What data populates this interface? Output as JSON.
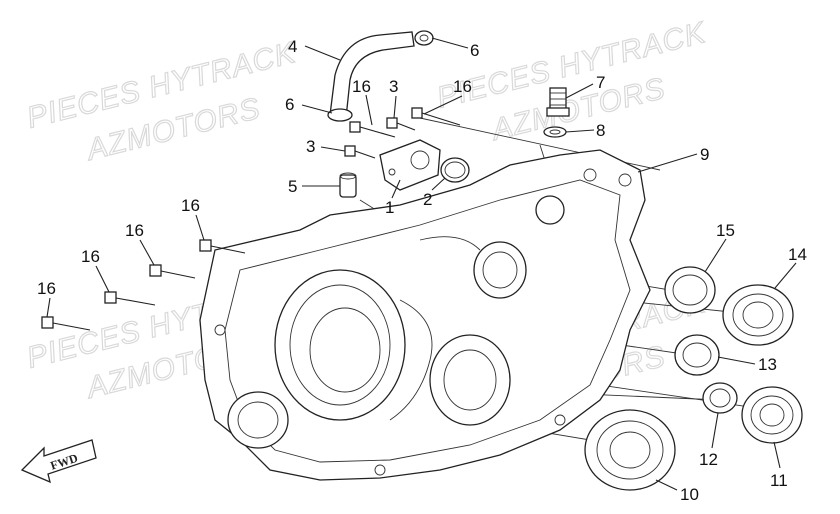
{
  "watermarks": [
    {
      "text": "PIECES HYTRACK"
    },
    {
      "text": "AZMOTORS"
    },
    {
      "text": "PIECES HYTRACK"
    },
    {
      "text": "AZMOTORS"
    },
    {
      "text": "PIECES HYTRACK"
    },
    {
      "text": "AZMOTORS"
    },
    {
      "text": "PIECES HYTRACK"
    },
    {
      "text": "AZMOTORS"
    }
  ],
  "direction_arrow": {
    "label": "FWD"
  },
  "callouts": [
    {
      "label": "4"
    },
    {
      "label": "6"
    },
    {
      "label": "16"
    },
    {
      "label": "3"
    },
    {
      "label": "16"
    },
    {
      "label": "6"
    },
    {
      "label": "7"
    },
    {
      "label": "8"
    },
    {
      "label": "3"
    },
    {
      "label": "9"
    },
    {
      "label": "5"
    },
    {
      "label": "2"
    },
    {
      "label": "1"
    },
    {
      "label": "16"
    },
    {
      "label": "16"
    },
    {
      "label": "15"
    },
    {
      "label": "14"
    },
    {
      "label": "16"
    },
    {
      "label": "16"
    },
    {
      "label": "13"
    },
    {
      "label": "12"
    },
    {
      "label": "11"
    },
    {
      "label": "10"
    }
  ]
}
